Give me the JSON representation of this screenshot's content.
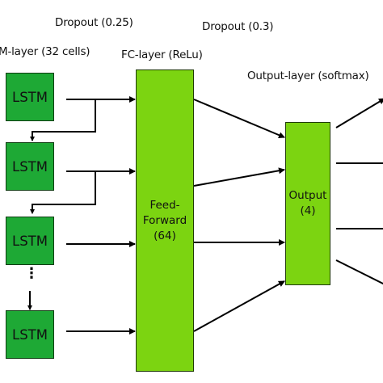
{
  "labels": {
    "dropout_1": "Dropout (0.25)",
    "dropout_2": "Dropout (0.3)",
    "lstm_layer": "M-layer (32 cells)",
    "fc_layer": "FC-layer (ReLu)",
    "output_layer": "Output-layer (softmax)"
  },
  "lstm_cells": [
    "LSTM",
    "LSTM",
    "LSTM",
    "LSTM"
  ],
  "ellipsis": "⋮",
  "fc_block": {
    "line1": "Feed-",
    "line2": "Forward",
    "line3": "(64)"
  },
  "output_block": {
    "line1": "Output",
    "line2": "(4)"
  },
  "colors": {
    "lstm_fill": "#1ea935",
    "layer_fill": "#7cd411",
    "arrow": "#000000"
  }
}
